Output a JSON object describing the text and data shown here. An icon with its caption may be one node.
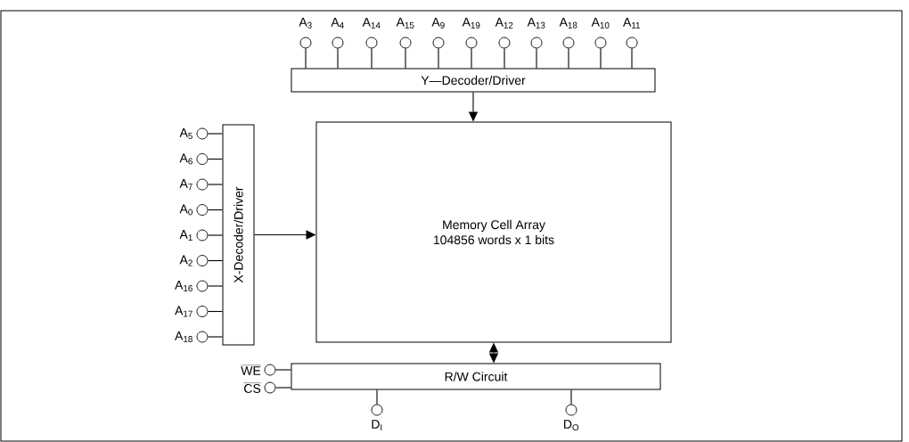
{
  "diagram": {
    "nodes": [
      {
        "text": [
          "A$_{3}$"
        ]
      },
      {
        "text": [
          "A$_{4}$"
        ]
      },
      {
        "text": [
          "A$_{14}$"
        ]
      },
      {
        "text": [
          "A$_{15}$"
        ]
      },
      {
        "text": [
          "A$_{9}$"
        ]
      },
      {
        "text": [
          "A$_{19}$"
        ]
      },
      {
        "text": [
          "A$_{12}$"
        ]
      },
      {
        "text": [
          "A$_{13}$"
        ]
      },
      {
        "text": [
          "A$_{18}$"
        ]
      },
      {
        "text": [
          "A$_{10}$"
        ]
      },
      {
        "text": [
          "A$_{11}$"
        ]
      },
      {
        "text": [
          "Y—Decoder/Driver"
        ]
      },
      {
        "text": [
          "Memory Cell Array",
          "104856 words x 1 bits"
        ]
      },
      {
        "text": [
          "A$_{5}$"
        ]
      },
      {
        "text": [
          "A$_{6}$"
        ]
      },
      {
        "text": [
          "A$_{7}$"
        ]
      },
      {
        "text": [
          "A$_{0}$"
        ]
      },
      {
        "text": [
          "A$_{1}$"
        ]
      },
      {
        "text": [
          "A$_{2}$"
        ]
      },
      {
        "text": [
          "A$_{16}$"
        ]
      },
      {
        "text": [
          "A$_{17}$"
        ]
      },
      {
        "text": [
          "A$_{18}$"
        ]
      },
      {
        "text": [
          "X-Decoder/Driver"
        ]
      },
      {
        "text": [
          "WE"
        ]
      },
      {
        "text": [
          "CS"
        ]
      },
      {
        "text": [
          "R/W Circuit"
        ]
      },
      {
        "text": [
          "D$_{I}$"
        ]
      },
      {
        "text": [
          "D$_{O}$"
        ]
      }
    ],
    "edges": [
      {
        "from": 0,
        "to": 11,
        "arrow": "none"
      },
      {
        "from": 1,
        "to": 11,
        "arrow": "none"
      },
      {
        "from": 2,
        "to": 11,
        "arrow": "none"
      },
      {
        "from": 3,
        "to": 11,
        "arrow": "none"
      },
      {
        "from": 4,
        "to": 11,
        "arrow": "none"
      },
      {
        "from": 5,
        "to": 11,
        "arrow": "none"
      },
      {
        "from": 6,
        "to": 11,
        "arrow": "none"
      },
      {
        "from": 7,
        "to": 11,
        "arrow": "none"
      },
      {
        "from": 8,
        "to": 11,
        "arrow": "none"
      },
      {
        "from": 9,
        "to": 11,
        "arrow": "none"
      },
      {
        "from": 10,
        "to": 11,
        "arrow": "none"
      },
      {
        "from": 11,
        "to": 12,
        "arrow": "to"
      },
      {
        "from": 13,
        "to": 22,
        "arrow": "none"
      },
      {
        "from": 14,
        "to": 22,
        "arrow": "none"
      },
      {
        "from": 15,
        "to": 22,
        "arrow": "none"
      },
      {
        "from": 16,
        "to": 22,
        "arrow": "none"
      },
      {
        "from": 17,
        "to": 22,
        "arrow": "none"
      },
      {
        "from": 18,
        "to": 22,
        "arrow": "none"
      },
      {
        "from": 19,
        "to": 22,
        "arrow": "none"
      },
      {
        "from": 20,
        "to": 22,
        "arrow": "none"
      },
      {
        "from": 21,
        "to": 22,
        "arrow": "none"
      },
      {
        "from": 22,
        "to": 12,
        "arrow": "to"
      },
      {
        "from": 12,
        "to": 25,
        "arrow": "both"
      },
      {
        "from": 23,
        "to": 25,
        "arrow": "none"
      },
      {
        "from": 24,
        "to": 25,
        "arrow": "none"
      },
      {
        "from": 26,
        "to": 25,
        "arrow": "none"
      },
      {
        "from": 27,
        "to": 25,
        "arrow": "none"
      }
    ]
  }
}
